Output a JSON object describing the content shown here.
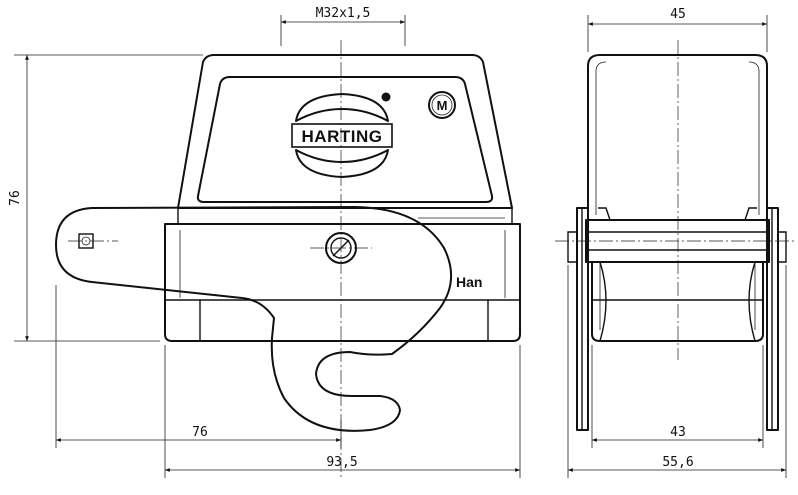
{
  "drawing": {
    "dimensions": {
      "thread": "M32x1,5",
      "height": "76",
      "lever_length": "76",
      "total_width": "93,5",
      "side_width": "45",
      "side_inner_width": "43",
      "side_total_width": "55,6"
    },
    "logo": {
      "brand": "HARTING",
      "series": "Han",
      "badge": "M"
    },
    "colors": {
      "line": "#111111",
      "background": "#ffffff"
    }
  }
}
